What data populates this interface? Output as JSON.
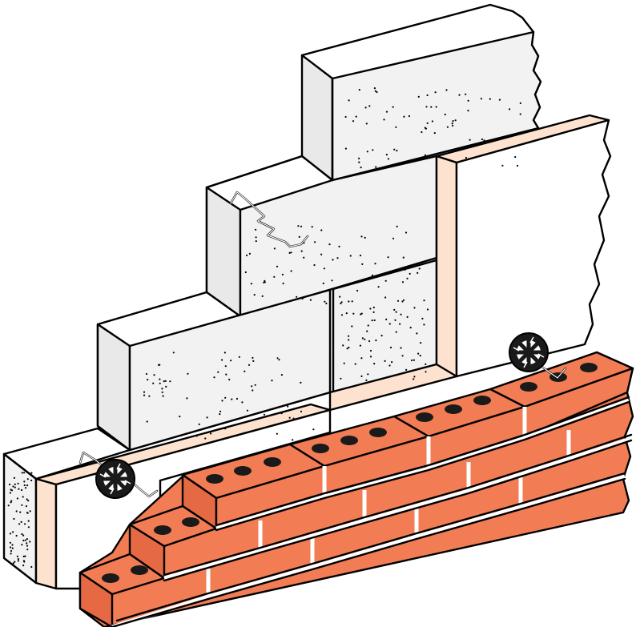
{
  "colors": {
    "block": "#f2f2f2",
    "insulation_edge": "#fde3cf",
    "brick": "#f27d55",
    "brick_shadow": "#e56a44",
    "mortar": "#ffffff",
    "outline": "#000000"
  },
  "elements": {
    "concrete_blocks": "concrete-block-inner-leaf",
    "insulation": "insulation-board",
    "bricks": "perforated-brick-outer-leaf",
    "ties": "wall-tie-with-retaining-clip"
  }
}
